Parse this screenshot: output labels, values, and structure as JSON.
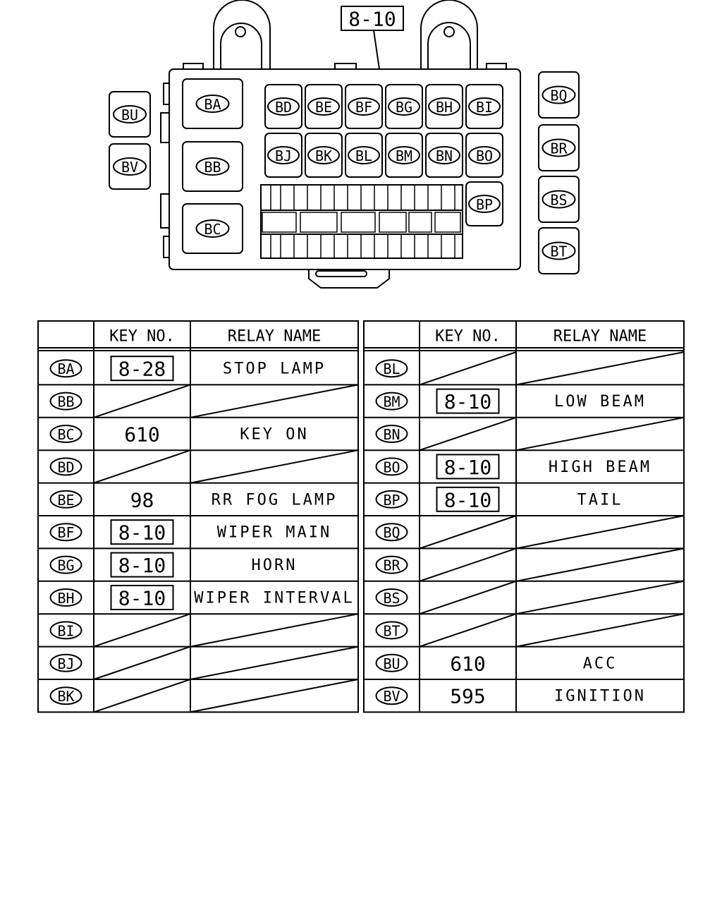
{
  "callout": "8-10",
  "relays": [
    {
      "code": "BA"
    },
    {
      "code": "BB"
    },
    {
      "code": "BC"
    },
    {
      "code": "BD"
    },
    {
      "code": "BE"
    },
    {
      "code": "BF"
    },
    {
      "code": "BG"
    },
    {
      "code": "BH"
    },
    {
      "code": "BI"
    },
    {
      "code": "BJ"
    },
    {
      "code": "BK"
    },
    {
      "code": "BL"
    },
    {
      "code": "BM"
    },
    {
      "code": "BN"
    },
    {
      "code": "BO"
    },
    {
      "code": "BP"
    },
    {
      "code": "BQ"
    },
    {
      "code": "BR"
    },
    {
      "code": "BS"
    },
    {
      "code": "BT"
    },
    {
      "code": "BU"
    },
    {
      "code": "BV"
    }
  ],
  "table": {
    "headers": {
      "key_no": "KEY NO.",
      "relay_name": "RELAY NAME"
    },
    "left_rows": [
      {
        "code": "BA",
        "key": "8-28",
        "key_boxed": true,
        "name": "STOP LAMP"
      },
      {
        "code": "BB",
        "key": "",
        "key_boxed": false,
        "name": ""
      },
      {
        "code": "BC",
        "key": "610",
        "key_boxed": false,
        "name": "KEY ON"
      },
      {
        "code": "BD",
        "key": "",
        "key_boxed": false,
        "name": ""
      },
      {
        "code": "BE",
        "key": "98",
        "key_boxed": false,
        "name": "RR FOG LAMP"
      },
      {
        "code": "BF",
        "key": "8-10",
        "key_boxed": true,
        "name": "WIPER MAIN"
      },
      {
        "code": "BG",
        "key": "8-10",
        "key_boxed": true,
        "name": "HORN"
      },
      {
        "code": "BH",
        "key": "8-10",
        "key_boxed": true,
        "name": "WIPER INTERVAL"
      },
      {
        "code": "BI",
        "key": "",
        "key_boxed": false,
        "name": ""
      },
      {
        "code": "BJ",
        "key": "",
        "key_boxed": false,
        "name": ""
      },
      {
        "code": "BK",
        "key": "",
        "key_boxed": false,
        "name": ""
      }
    ],
    "right_rows": [
      {
        "code": "BL",
        "key": "",
        "key_boxed": false,
        "name": ""
      },
      {
        "code": "BM",
        "key": "8-10",
        "key_boxed": true,
        "name": "LOW BEAM"
      },
      {
        "code": "BN",
        "key": "",
        "key_boxed": false,
        "name": ""
      },
      {
        "code": "BO",
        "key": "8-10",
        "key_boxed": true,
        "name": "HIGH BEAM"
      },
      {
        "code": "BP",
        "key": "8-10",
        "key_boxed": true,
        "name": "TAIL"
      },
      {
        "code": "BQ",
        "key": "",
        "key_boxed": false,
        "name": ""
      },
      {
        "code": "BR",
        "key": "",
        "key_boxed": false,
        "name": ""
      },
      {
        "code": "BS",
        "key": "",
        "key_boxed": false,
        "name": ""
      },
      {
        "code": "BT",
        "key": "",
        "key_boxed": false,
        "name": ""
      },
      {
        "code": "BU",
        "key": "610",
        "key_boxed": false,
        "name": "ACC"
      },
      {
        "code": "BV",
        "key": "595",
        "key_boxed": false,
        "name": "IGNITION"
      }
    ]
  }
}
